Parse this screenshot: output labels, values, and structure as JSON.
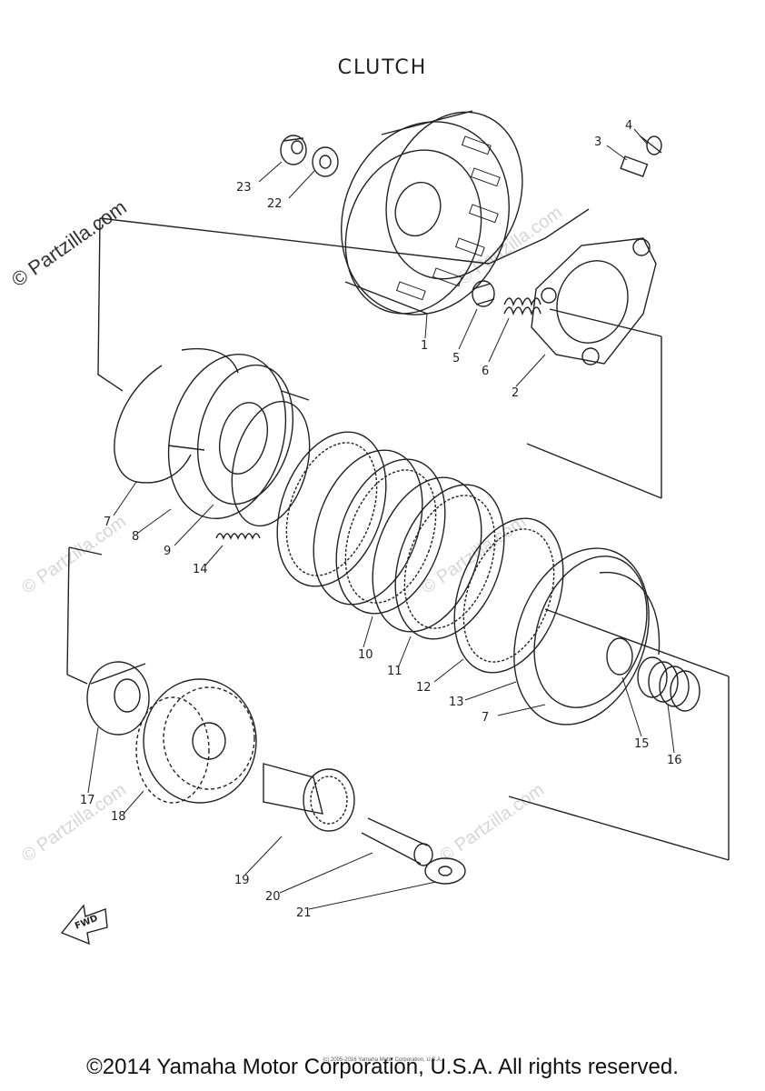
{
  "title": "CLUTCH",
  "watermarks": {
    "main": "© Partzilla.com",
    "faint": "© Partzilla.com"
  },
  "fwd_label": "FWD",
  "callouts": [
    {
      "id": "1",
      "text": "1"
    },
    {
      "id": "2",
      "text": "2"
    },
    {
      "id": "3",
      "text": "3"
    },
    {
      "id": "4",
      "text": "4"
    },
    {
      "id": "5",
      "text": "5"
    },
    {
      "id": "6",
      "text": "6"
    },
    {
      "id": "7a",
      "text": "7"
    },
    {
      "id": "7b",
      "text": "7"
    },
    {
      "id": "8",
      "text": "8"
    },
    {
      "id": "9",
      "text": "9"
    },
    {
      "id": "10",
      "text": "10"
    },
    {
      "id": "11",
      "text": "11"
    },
    {
      "id": "12",
      "text": "12"
    },
    {
      "id": "13",
      "text": "13"
    },
    {
      "id": "14",
      "text": "14"
    },
    {
      "id": "15",
      "text": "15"
    },
    {
      "id": "16",
      "text": "16"
    },
    {
      "id": "17",
      "text": "17"
    },
    {
      "id": "18",
      "text": "18"
    },
    {
      "id": "19",
      "text": "19"
    },
    {
      "id": "20",
      "text": "20"
    },
    {
      "id": "21",
      "text": "21"
    },
    {
      "id": "22",
      "text": "22"
    },
    {
      "id": "23",
      "text": "23"
    }
  ],
  "footer": {
    "copyright": "©2014 Yamaha Motor Corporation, U.S.A. All rights reserved.",
    "small": "(c) 2005-2016 Yamaha Motor Corporation, U.S.A."
  }
}
